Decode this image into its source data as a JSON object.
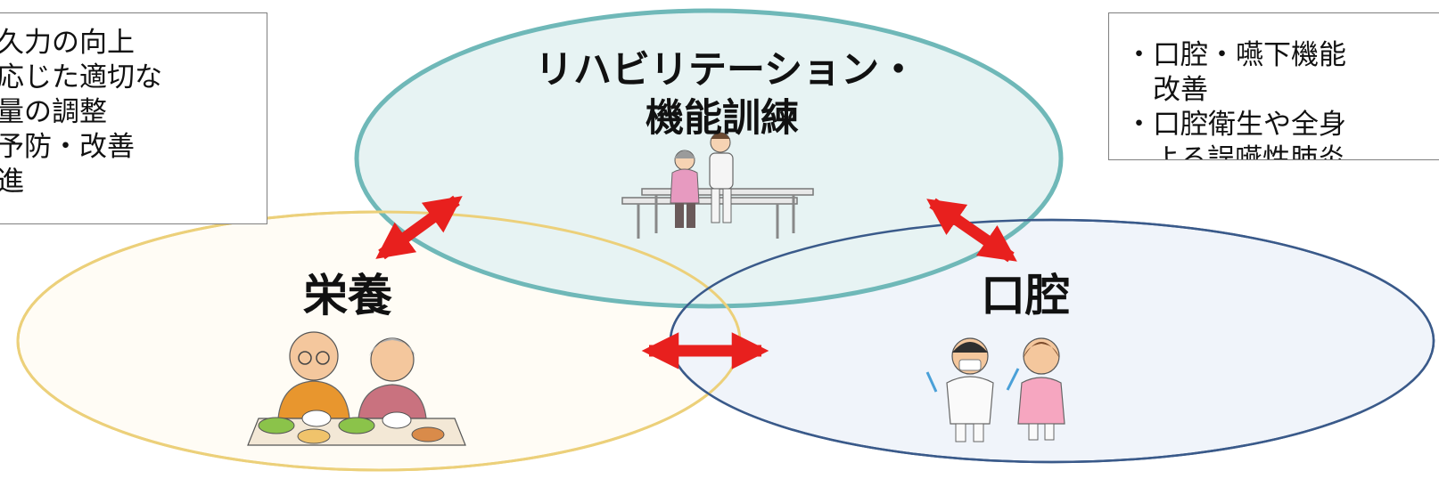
{
  "diagram": {
    "left_box": {
      "lines": [
        "持久力の向上",
        "に応じた適切な",
        "取量の調整",
        "の予防・改善",
        "増進"
      ]
    },
    "right_box": {
      "lines": [
        "・口腔・嚥下機能",
        "　改善",
        "・口腔衛生や全身",
        "　よる誤嚥性肺炎"
      ]
    },
    "circles": {
      "rehab": {
        "title_lines": [
          "リハビリテーション・",
          "機能訓練"
        ],
        "fill": "#e6f2f2",
        "stroke": "#6fb8b8"
      },
      "nutrition": {
        "title": "栄養",
        "fill": "#fffcf5",
        "stroke": "#ecd07a"
      },
      "oral": {
        "title": "口腔",
        "fill": "#f0f4fa",
        "stroke": "#3a5a8a"
      }
    },
    "arrow_color": "#e8201e",
    "icons": [
      "rehab-walking-illustration",
      "elderly-couple-eating-illustration",
      "dental-staff-illustration"
    ]
  }
}
